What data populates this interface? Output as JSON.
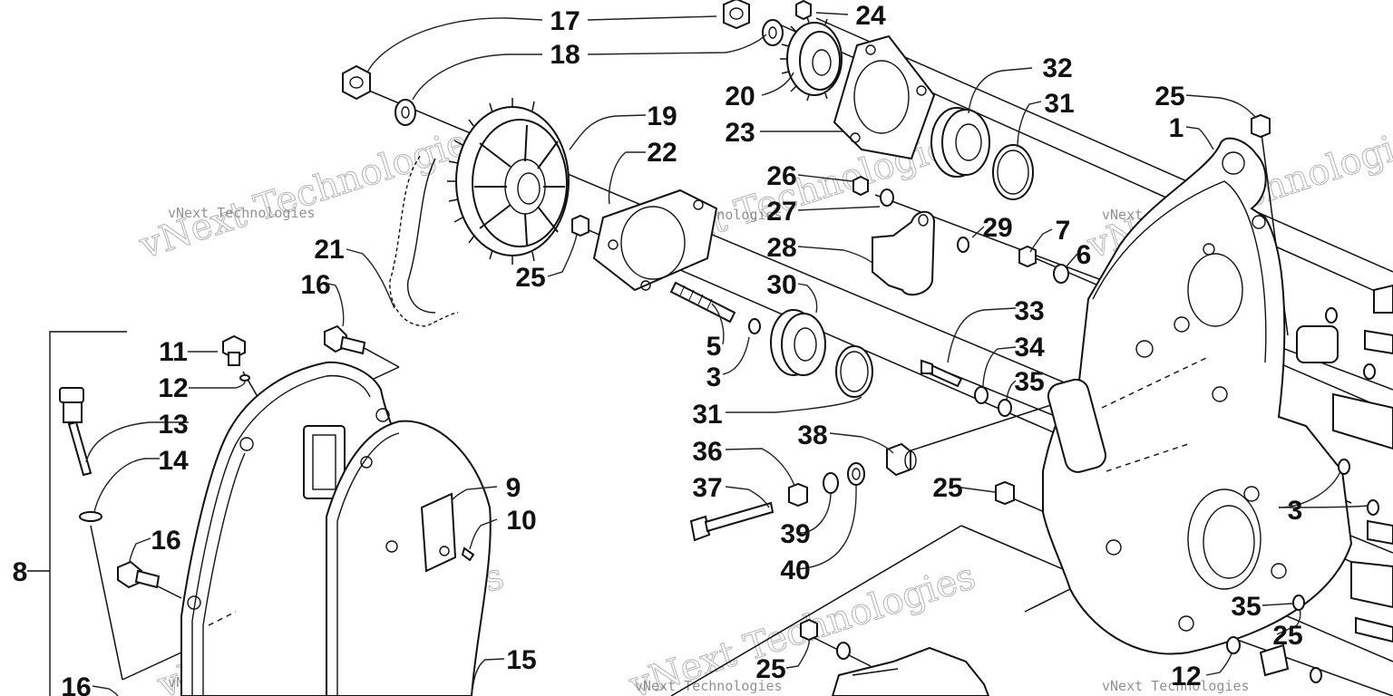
{
  "callouts": [
    {
      "id": "c17",
      "label": "17"
    },
    {
      "id": "c18",
      "label": "18"
    },
    {
      "id": "c24",
      "label": "24"
    },
    {
      "id": "c20",
      "label": "20"
    },
    {
      "id": "c32",
      "label": "32"
    },
    {
      "id": "c23",
      "label": "23"
    },
    {
      "id": "c31a",
      "label": "31"
    },
    {
      "id": "c25a",
      "label": "25"
    },
    {
      "id": "c1",
      "label": "1"
    },
    {
      "id": "c19",
      "label": "19"
    },
    {
      "id": "c22",
      "label": "22"
    },
    {
      "id": "c26",
      "label": "26"
    },
    {
      "id": "c27",
      "label": "27"
    },
    {
      "id": "c29",
      "label": "29"
    },
    {
      "id": "c7",
      "label": "7"
    },
    {
      "id": "c6",
      "label": "6"
    },
    {
      "id": "c28",
      "label": "28"
    },
    {
      "id": "c21",
      "label": "21"
    },
    {
      "id": "c25b",
      "label": "25"
    },
    {
      "id": "c16a",
      "label": "16"
    },
    {
      "id": "c30",
      "label": "30"
    },
    {
      "id": "c33",
      "label": "33"
    },
    {
      "id": "c11",
      "label": "11"
    },
    {
      "id": "c5",
      "label": "5"
    },
    {
      "id": "c34",
      "label": "34"
    },
    {
      "id": "c3a",
      "label": "3"
    },
    {
      "id": "c12a",
      "label": "12"
    },
    {
      "id": "c35a",
      "label": "35"
    },
    {
      "id": "c13",
      "label": "13"
    },
    {
      "id": "c31b",
      "label": "31"
    },
    {
      "id": "c38",
      "label": "38"
    },
    {
      "id": "c36",
      "label": "36"
    },
    {
      "id": "c14",
      "label": "14"
    },
    {
      "id": "c9",
      "label": "9"
    },
    {
      "id": "c37",
      "label": "37"
    },
    {
      "id": "c25c",
      "label": "25"
    },
    {
      "id": "c3b",
      "label": "3"
    },
    {
      "id": "c10",
      "label": "10"
    },
    {
      "id": "c16b",
      "label": "16"
    },
    {
      "id": "c39",
      "label": "39"
    },
    {
      "id": "c40",
      "label": "40"
    },
    {
      "id": "c8",
      "label": "8"
    },
    {
      "id": "c35b",
      "label": "35"
    },
    {
      "id": "c25d",
      "label": "25"
    },
    {
      "id": "c15",
      "label": "15"
    },
    {
      "id": "c25e",
      "label": "25"
    },
    {
      "id": "c12b",
      "label": "12"
    },
    {
      "id": "c16c",
      "label": "16"
    }
  ],
  "watermark": {
    "brand_big": "vNext Technologies",
    "brand_small": "vNext Technologies"
  }
}
